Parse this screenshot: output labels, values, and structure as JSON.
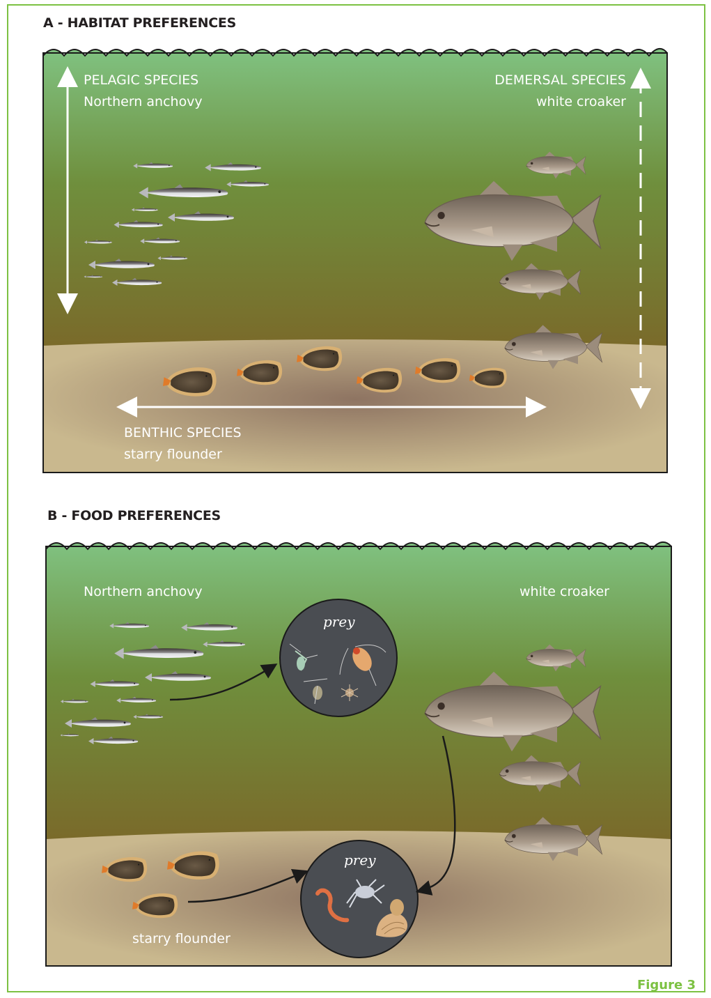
{
  "panel_a": {
    "title": "A - HABITAT PREFERENCES",
    "pelagic_heading": "PELAGIC SPECIES",
    "pelagic_species": "Northern anchovy",
    "demersal_heading": "DEMERSAL SPECIES",
    "demersal_species": "white croaker",
    "benthic_heading": "BENTHIC SPECIES",
    "benthic_species": "starry flounder"
  },
  "panel_b": {
    "title": "B - FOOD PREFERENCES",
    "anchovy_label": "Northern anchovy",
    "croaker_label": "white croaker",
    "flounder_label": "starry flounder",
    "prey_label_top": "prey",
    "prey_label_bottom": "prey"
  },
  "figure_label": "Figure 3",
  "colors": {
    "frame": "#7cc142",
    "water_top": "#80c281",
    "water_bottom": "#7a6a2a",
    "sediment": "#c8b68e",
    "prey_circle": "#4a4d52",
    "arrow": "#ffffff",
    "food_arrow": "#1a1a1a"
  }
}
